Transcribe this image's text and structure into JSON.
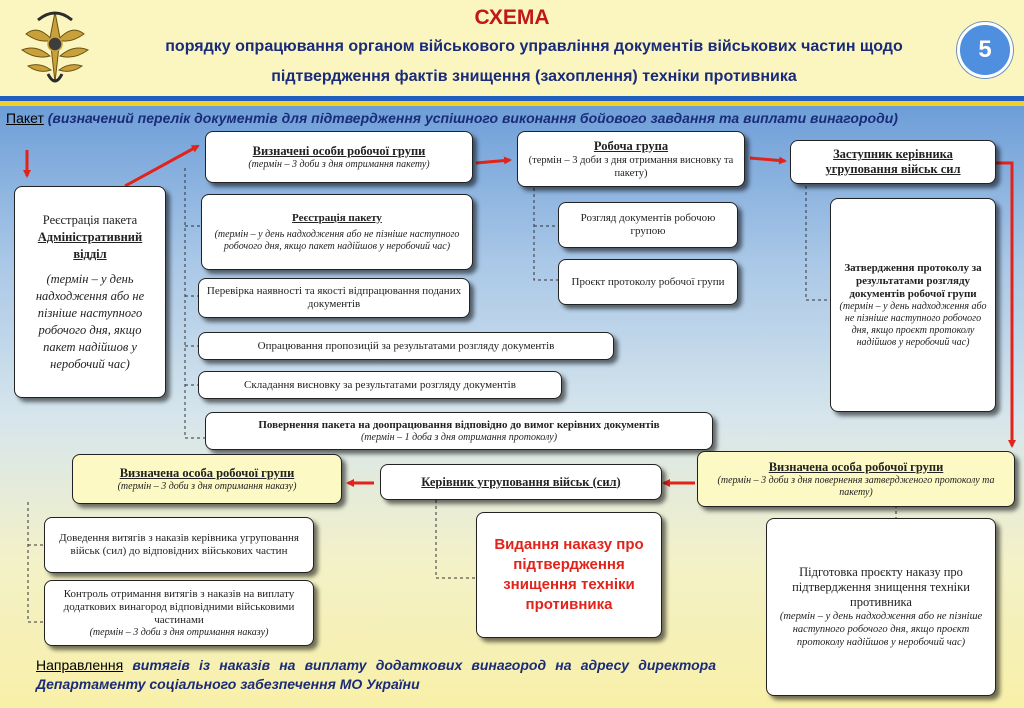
{
  "header": {
    "title": "СХЕМА",
    "subtitle_line1": "порядку опрацювання органом військового управління документів військових частин щодо",
    "subtitle_line2": "підтвердження фактів знищення (захоплення) техніки противника",
    "page_number": "5"
  },
  "lead": {
    "label": "Пакет",
    "text": "(визначений перелік документів для підтвердження успішного виконання бойового завдання та виплати винагороди)"
  },
  "boxes": {
    "registration_main": {
      "line1": "Реєстрація пакета",
      "line2": "Адміністративний відділ",
      "note": "(термін – у день надходження або не пізніше наступного робочого дня, якщо пакет надійшов у неробочий час)"
    },
    "designated_persons": {
      "title": "Визначені особи робочої групи",
      "note": "(термін – 3 доби з дня отримання пакету)"
    },
    "package_registration": {
      "title": "Реєстрація пакету",
      "note": "(термін – у день надходження або не пізніше наступного робочого дня, якщо пакет надійшов у неробочий час)"
    },
    "check_documents": "Перевірка наявності та якості відпрацювання поданих документів",
    "process_proposals": "Опрацювання пропозицій за результатами розгляду документів",
    "draft_conclusion": "Складання висновку за результатами розгляду документів",
    "return_package": {
      "title": "Повернення пакета на доопрацювання відповідно до вимог керівних документів",
      "note": "(термін – 1 доба з дня отримання протоколу)"
    },
    "working_group": {
      "title": "Робоча група",
      "note": "(термін – 3 доби з дня отримання висновку та пакету)"
    },
    "review_by_group": "Розгляд документів робочою групою",
    "draft_protocol": "Проєкт протоколу робочої групи",
    "deputy_head": {
      "line1": "Заступник керівника",
      "line2": "угруповання військ сил"
    },
    "approve_protocol": {
      "title": "Затвердження протоколу за результатами розгляду документів робочої групи",
      "note": "(термін – у день надходження або не пізніше наступного робочого дня, якщо проєкт протоколу надійшов у неробочий час)"
    },
    "designated_person_right": {
      "title": "Визначена особа робочої групи",
      "note": "(термін – 3 доби з дня повернення затвердженого протоколу та пакету)"
    },
    "prepare_order": {
      "title": "Підготовка проєкту наказу про підтвердження знищення техніки противника",
      "note": "(термін – у день надходження або не пізніше наступного робочого дня, якщо проєкт протоколу надійшов у неробочий час)"
    },
    "commander": "Керівник угруповання військ (сил)",
    "issue_order": "Видання наказу про підтвердження знищення техніки противника",
    "designated_person_left": {
      "title": "Визначена особа робочої групи",
      "note": "(термін – 3 доби з дня отримання наказу)"
    },
    "deliver_extracts": "Доведення витягів з наказів керівника угруповання військ (сил) до відповідних військових частин",
    "control_extracts": {
      "title": "Контроль отримання витягів з наказів на виплату додаткових винагород відповідними військовими частинами",
      "note": "(термін – 3 доби з дня отримання наказу)"
    }
  },
  "footer": {
    "label": "Направлення",
    "text": "витягів із наказів на виплату додаткових винагород на адресу директора Департаменту соціального забезпечення МО України"
  },
  "colors": {
    "title_red": "#c0171b",
    "text_navy": "#1a2b7a",
    "arrow_red": "#e2231a",
    "box_yellow": "#fcf9c4"
  }
}
